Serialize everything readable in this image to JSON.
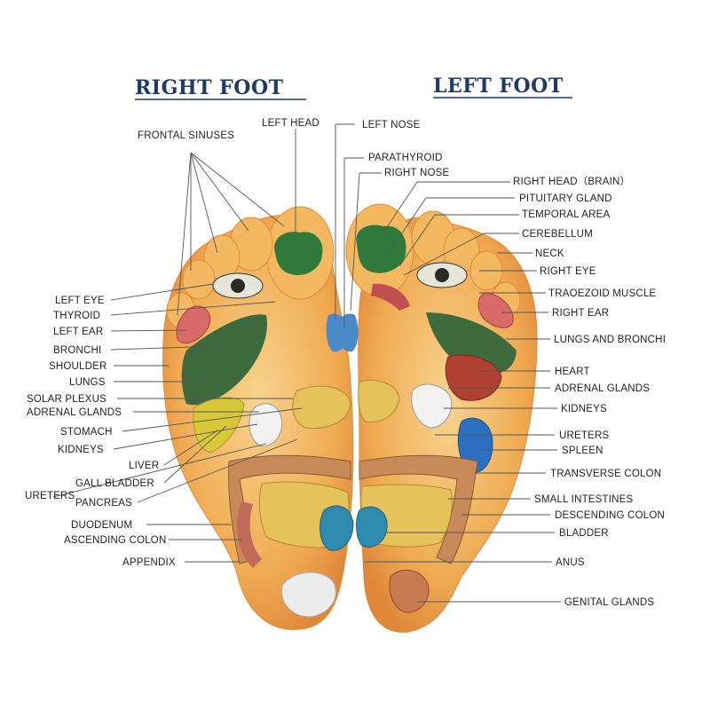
{
  "titles": {
    "right_foot": "RIGHT FOOT",
    "left_foot": "LEFT FOOT"
  },
  "labels": {
    "frontal_sinuses": "FRONTAL SINUSES",
    "left_head": "LEFT HEAD",
    "left_nose": "LEFT NOSE",
    "parathyroid": "PARATHYROID",
    "right_nose": "RIGHT NOSE",
    "right_head_brain": "RIGHT HEAD（BRAIN）",
    "pituitary_gland": "PITUITARY GLAND",
    "temporal_area": "TEMPORAL AREA",
    "cerebellum": "CEREBELLUM",
    "neck": "NECK",
    "right_eye": "RIGHT EYE",
    "traoezoid_muscle": "TRAOEZOID MUSCLE",
    "right_ear": "RIGHT EAR",
    "lungs_and_bronchi": "LUNGS AND BRONCHI",
    "heart": "HEART",
    "adrenal_glands_r": "ADRENAL GLANDS",
    "kidneys_r": "KIDNEYS",
    "ureters_r": "URETERS",
    "spleen": "SPLEEN",
    "transverse_colon": "TRANSVERSE COLON",
    "small_intestines": "SMALL INTESTINES",
    "descending_colon": "DESCENDING COLON",
    "bladder": "BLADDER",
    "anus": "ANUS",
    "genital_glands": "GENITAL GLANDS",
    "left_eye": "LEFT EYE",
    "thyroid": "THYROID",
    "left_ear": "LEFT EAR",
    "bronchi": "BRONCHI",
    "shoulder": "SHOULDER",
    "lungs": "LUNGS",
    "solar_plexus": "SOLAR PLEXUS",
    "adrenal_glands_l": "ADRENAL GLANDS",
    "stomach": "STOMACH",
    "kidneys_l": "KIDNEYS",
    "liver": "LIVER",
    "gall_bladder": "GALL BLADDER",
    "ureters_l": "URETERS",
    "pancreas": "PANCREAS",
    "duodenum": "DUODENUM",
    "ascending_colon": "ASCENDING COLON",
    "appendix": "APPENDIX"
  },
  "colors": {
    "title": "#1f3a68",
    "skin": "#f2b25c",
    "skin_light": "#f7d08a",
    "green": "#2f7a3a",
    "lung": "#3d6b3d",
    "blue": "#2f6fb0",
    "kidney": "#f2f2f2",
    "intestine": "#e6c25a",
    "colon": "#c98a5a",
    "heart": "#b04030",
    "ear": "#d96a6a"
  }
}
